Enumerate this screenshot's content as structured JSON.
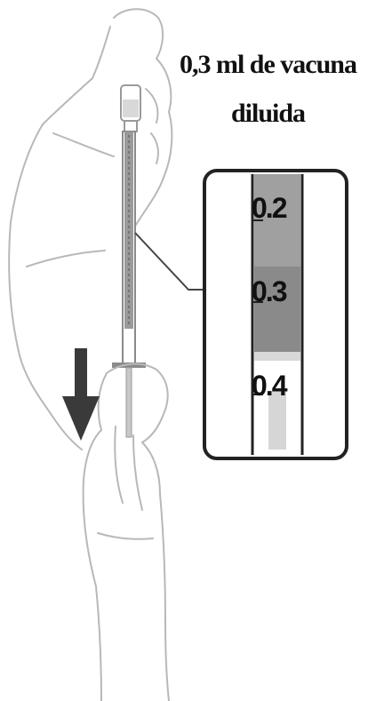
{
  "title": {
    "line1": "0,3 ml de vacuna",
    "line2": "diluida"
  },
  "syringe_scale": {
    "labels": [
      "0.2",
      "0.3",
      "0.4"
    ],
    "highlighted": "0.3"
  },
  "colors": {
    "ink": "#111111",
    "outline": "#b8b8b8",
    "liquid_dark": "#8a8a8a",
    "liquid_mid": "#a8a8a8",
    "arrow": "#3a3a3a"
  },
  "icons": [
    "down-arrow-icon",
    "pointer-arrow-icon"
  ]
}
